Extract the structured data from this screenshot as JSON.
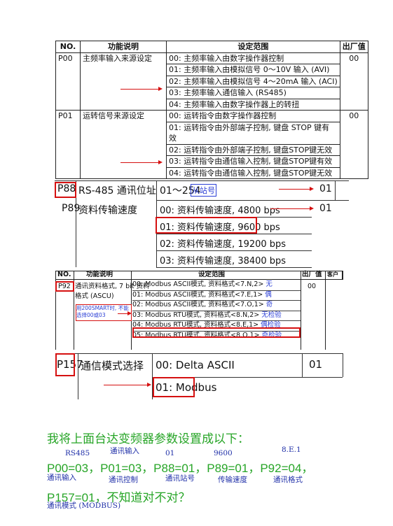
{
  "table1": {
    "headers": [
      "NO.",
      "功能说明",
      "设定范围",
      "出厂值"
    ],
    "p00": {
      "no": "P00",
      "func": "主频率输入来源设定",
      "default": "00",
      "options": [
        "00: 主频率输入由数字操作器控制",
        "01: 主频率输入由模拟信号 0～10V 输入 (AVI)",
        "02: 主频率输入由模拟信号 4～20mA 输入 (ACI)",
        "03: 主频率输入通信输入 (RS485)",
        "04: 主频率输入由数字操作器上的转扭"
      ]
    },
    "p01": {
      "no": "P01",
      "func": "运转信号来源设定",
      "default": "00",
      "options": [
        "00: 运转指令由数字操作器控制",
        "01: 运转指令由外部端子控制, 键盘 STOP 键有",
        "效",
        "02: 运转指令由外部端子控制, 键盘STOP键无效",
        "03: 运转指令由通信输入控制, 键盘STOP键有效",
        "04: 运转指令由通信输入控制, 键盘STOP键无效"
      ]
    }
  },
  "table2": {
    "p88": {
      "no": "P88",
      "func": "RS-485 通讯位址",
      "range": "01～254",
      "tag": "从站号",
      "default": "01"
    },
    "p89": {
      "no": "P89",
      "func": "资料传输速度",
      "default": "01",
      "options": [
        "00: 资料传输速度, 4800 bps",
        "01: 资料传输速度, 9600 bps",
        "02: 资料传输速度, 19200 bps",
        "03: 资料传输速度, 38400 bps"
      ]
    }
  },
  "table3": {
    "headers": [
      "NO.",
      "功能说明",
      "设定范围",
      "出厂值",
      "客户"
    ],
    "p92": {
      "no": "P92",
      "func1": "通讯资料格式, 7 bit 资料",
      "func2": "格式 (ASCU)",
      "note": "用200SMART时, 不能选择00或03",
      "default": "00",
      "options": [
        "00: Modbus ASCII模式, 资料格式<7.N,2>",
        "01: Modbus ASCII模式, 资料格式<7.E,1>",
        "02: Modbus ASCII模式, 资料格式<7.O,1>",
        "03: Modbus RTU模式, 资料格式<8.N,2>",
        "04: Modbus RTU模式, 资料格式<8.E,1>",
        "05: Modbus RTU模式, 资料格式<8.O,1>"
      ],
      "suffix": [
        "无",
        "偶",
        "奇",
        "无检验",
        "偶检验",
        "奇检验"
      ]
    }
  },
  "table4": {
    "no": "P157",
    "func": "通信模式选择",
    "default": "01",
    "options": [
      "00: Delta ASCII",
      "01: Modbus"
    ]
  },
  "text": {
    "line1": "我将上面台达变频器参数设置成以下：",
    "line2": "P00=03，P01=03，P88=01，P89=01，P92=04，",
    "line3": "P157=01，不知道对不对？",
    "notes_top": [
      "RS485",
      "通讯输入",
      "01",
      "9600",
      "8.E.1"
    ],
    "notes_bottom": [
      "通讯输入",
      "通讯控制",
      "通讯站号",
      "传输速度",
      "通讯格式"
    ],
    "note_last": "通讯模式 (MODBUS)"
  }
}
